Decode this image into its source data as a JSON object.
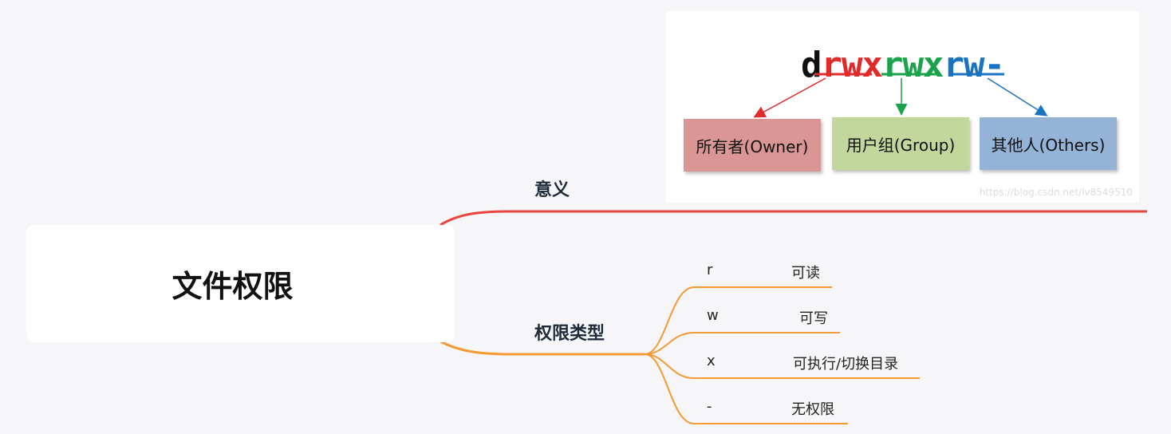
{
  "root": {
    "label": "文件权限"
  },
  "branches": {
    "meaning": {
      "label": "意义"
    },
    "types": {
      "label": "权限类型",
      "items": [
        {
          "key": "r",
          "desc": "可读"
        },
        {
          "key": "w",
          "desc": "可写"
        },
        {
          "key": "x",
          "desc": "可执行/切换目录"
        },
        {
          "key": "-",
          "desc": "无权限"
        }
      ]
    }
  },
  "image": {
    "perm_d": "d",
    "perm_owner": "rwx",
    "perm_group": "rwx",
    "perm_other": "rw-",
    "owner_label": "所有者(Owner)",
    "group_label": "用户组(Group)",
    "others_label": "其他人(Others)",
    "watermark": "https://blog.csdn.net/lv8549510",
    "colors": {
      "owner": "#e12b2b",
      "group": "#1aa34a",
      "others": "#1b72c0",
      "owner_box": "#d99694",
      "group_box": "#c3d69b",
      "others_box": "#95b3d7"
    }
  },
  "colors": {
    "meaning_branch": "#e8453c",
    "types_branch": "#f39a34"
  }
}
